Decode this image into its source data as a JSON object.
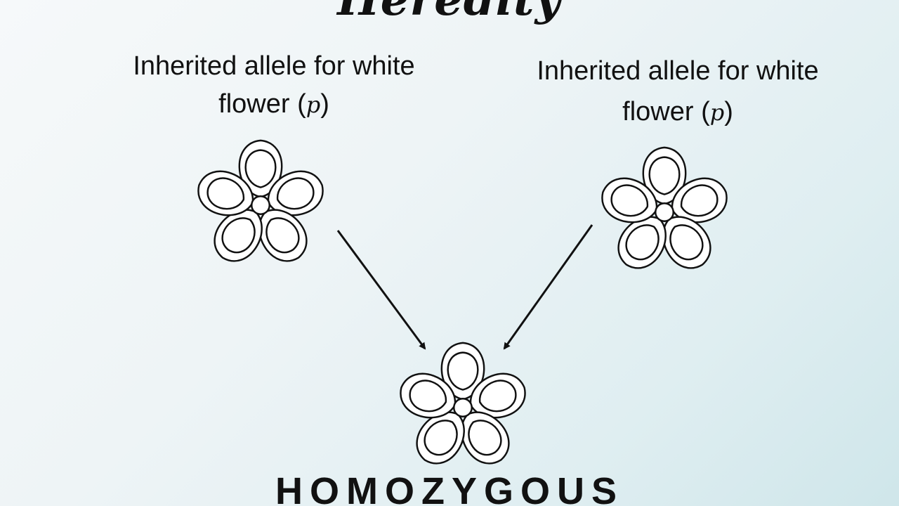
{
  "slide": {
    "title": "Heredity"
  },
  "parents": [
    {
      "label_text": "Inherited allele for white flower (",
      "allele": "p",
      "label_close": ")"
    },
    {
      "label_text": "Inherited allele for white flower (",
      "allele": "p",
      "label_close": ")"
    }
  ],
  "offspring": {
    "label": "HOMOZYGOUS"
  },
  "colors": {
    "stroke": "#111111",
    "flower_fill": "#ffffff"
  },
  "icons": [
    "flower-icon",
    "arrow-icon"
  ]
}
